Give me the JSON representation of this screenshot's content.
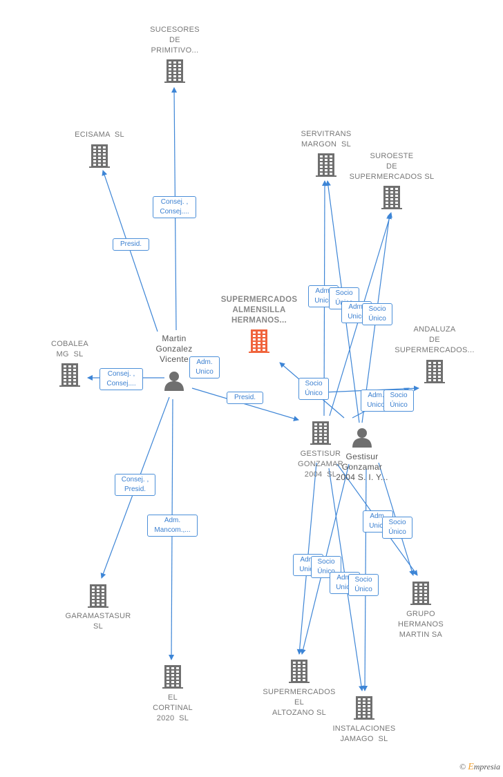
{
  "nodes": {
    "sucesores": {
      "label": "SUCESORES\nDE\nPRIMITIVO...",
      "type": "company"
    },
    "ecisama": {
      "label": "ECISAMA  SL",
      "type": "company"
    },
    "servitrans": {
      "label": "SERVITRANS\nMARGON  SL",
      "type": "company"
    },
    "suroeste": {
      "label": "SUROESTE\nDE\nSUPERMERCADOS SL",
      "type": "company"
    },
    "almensilla": {
      "label": "SUPERMERCADOS\nALMENSILLA\nHERMANOS...",
      "type": "company-focus"
    },
    "andaluza": {
      "label": "ANDALUZA\nDE\nSUPERMERCADOS...",
      "type": "company"
    },
    "cobalea": {
      "label": "COBALEA\nMG  SL",
      "type": "company"
    },
    "martin": {
      "label": "Martin\nGonzalez\nVicente",
      "type": "person"
    },
    "gestisur2004": {
      "label": "GESTISUR\nGONZAMAR\n2004  SL",
      "type": "company"
    },
    "gestisur_sly": {
      "label": "Gestisur\nGonzamar\n2004 S. I. Y...",
      "type": "person"
    },
    "garamastasur": {
      "label": "GARAMASTASUR\nSL",
      "type": "company"
    },
    "grupo": {
      "label": "GRUPO\nHERMANOS\nMARTIN SA",
      "type": "company"
    },
    "cortinal": {
      "label": "EL\nCORTINAL\n2020  SL",
      "type": "company"
    },
    "altozano": {
      "label": "SUPERMERCADOS\nEL\nALTOZANO SL",
      "type": "company"
    },
    "jamago": {
      "label": "INSTALACIONES\nJAMAGO  SL",
      "type": "company"
    }
  },
  "badges": {
    "b1": "Consej. ,\nConsej....",
    "b2": "Presid.",
    "b3": "Consej. ,\nConsej....",
    "b4": "Adm.\nUnico",
    "b5": "Presid.",
    "b6": "Consej. ,\nPresid.",
    "b7": "Adm.\nMancom.,...",
    "b8": "Adm.\nUnico",
    "b9": "Socio\nÚnico",
    "b10": "Adm.\nUnico",
    "b11": "Socio\nÚnico",
    "b12": "Socio\nÚnico",
    "b13": "Adm.\nUnico",
    "b14": "Socio\nÚnico",
    "b15": "Adm.\nUnico",
    "b16": "Socio\nÚnico",
    "b17": "Adm.\nUnico",
    "b18": "Socio\nÚnico",
    "b19": "Adm.\nUnico",
    "b20": "Socio\nÚnico"
  },
  "colors": {
    "edge": "#3d85d6",
    "company": "#6f6f6f",
    "focus": "#f0643c",
    "person": "#6f6f6f"
  },
  "icons": {
    "company": "building-icon",
    "person": "person-icon"
  },
  "watermark": {
    "symbol": "©",
    "brand_initial": "E",
    "brand_rest": "mpresia"
  }
}
